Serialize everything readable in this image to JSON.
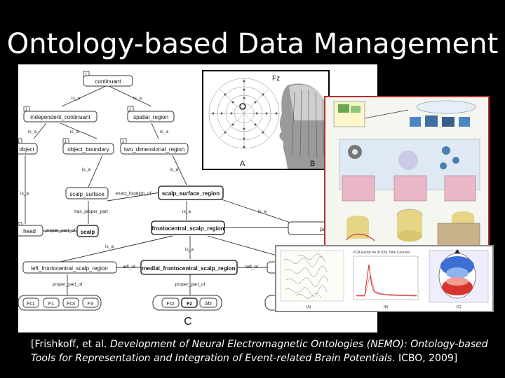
{
  "slide": {
    "title": "Ontology-based Data Management"
  },
  "ontology": {
    "nodes": {
      "continuant": "continuant",
      "independent_continuant": "independent_continuant",
      "spatial_region": "spatial_region",
      "object": "object",
      "object_boundary": "object_boundary",
      "two_dimensional_region": "two_dimensional_region",
      "scalp_surface": "scalp_surface",
      "scalp_surface_region": "scalp_surface_region",
      "head": "head",
      "scalp": "scalp",
      "frontocentral_scalp_region": "frontocentral_scalp_region",
      "parietal_scalp": "parietal_scalp",
      "left_frontocentral_scalp_region": "left_frontocentral_scalp_region",
      "medial_frontocentral_scalp_region": "medial_frontocentral_scalp_region",
      "fc1": "Fc1",
      "f1": "F1",
      "fc3": "Fc3",
      "f3": "F3",
      "fcz": "Fcz",
      "fz": "Fz",
      "afz": "Afz"
    },
    "edges": {
      "is_a": "is_a",
      "exact_location_of": "exact_location_of",
      "has_proper_part": "has_proper_part",
      "proper_part_of": "proper_part_of",
      "left_of": "left_of"
    },
    "numbers": {
      "n1": "1",
      "n2": "2"
    },
    "caption": "C"
  },
  "eeg": {
    "label_a": "A",
    "label_b": "B",
    "fz": "Fz"
  },
  "erp": {
    "plot_title": "PCA Factor #4 (P100) Time Courses",
    "label_a": "(A)",
    "label_b": "(B)",
    "label_c": "(C)"
  },
  "citation": {
    "open": "[",
    "authors": "Frishkoff, et al. ",
    "title": "Development of Neural Electromagnetic Ontologies (NEMO): Ontology-based Tools for Representation and Integration of Event-related Brain Potentials",
    "venue": ". ICBO, 2009]"
  },
  "colors": {
    "background": "#000000",
    "text": "#ffffff",
    "node_border": "#333333"
  }
}
